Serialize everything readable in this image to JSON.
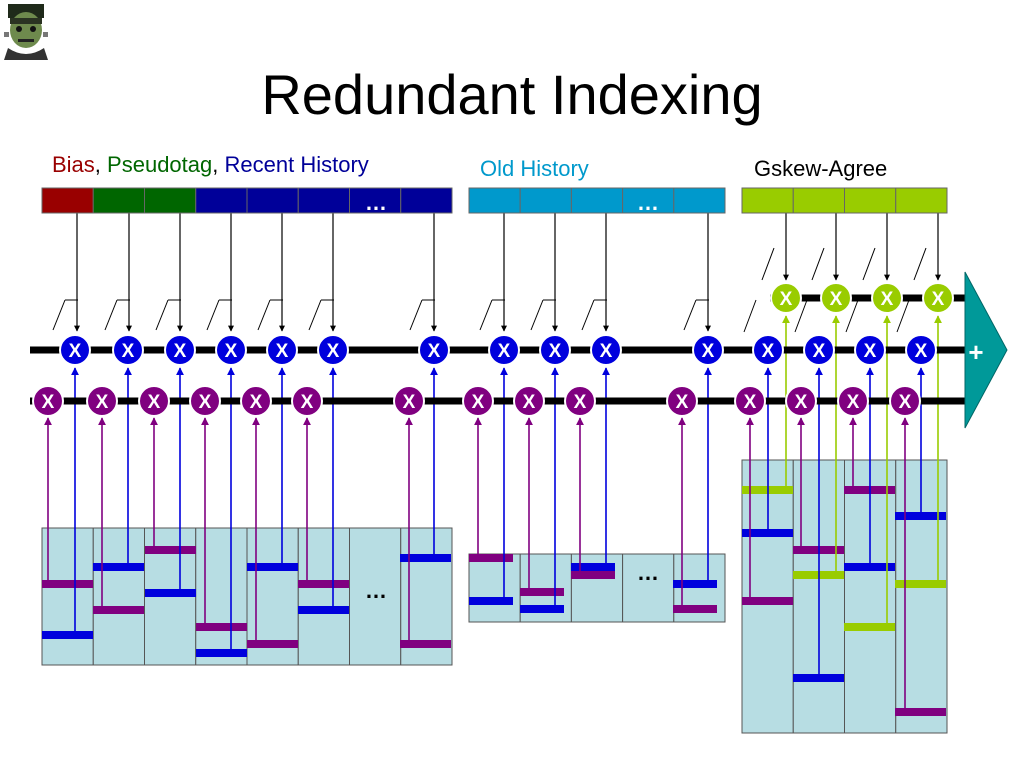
{
  "title": "Redundant Indexing",
  "labels": {
    "bias": "Bias",
    "comma1": ",",
    "pseudotag": "Pseudotag",
    "comma2": ",",
    "recent_history": "Recent History",
    "old_history": "Old History",
    "gskew_agree": "Gskew-Agree"
  },
  "ellipsis": "…",
  "multiply_symbol": "X",
  "adder_symbol": "+",
  "colors": {
    "bias": "#990000",
    "pseudotag": "#006600",
    "recent_history": "#000099",
    "old_history": "#0099cc",
    "gskew_agree": "#99cc00",
    "purple": "#800080",
    "table_fill": "#b7dde3",
    "teal": "#009999"
  },
  "icons": {
    "avatar": "frankenstein-icon"
  }
}
